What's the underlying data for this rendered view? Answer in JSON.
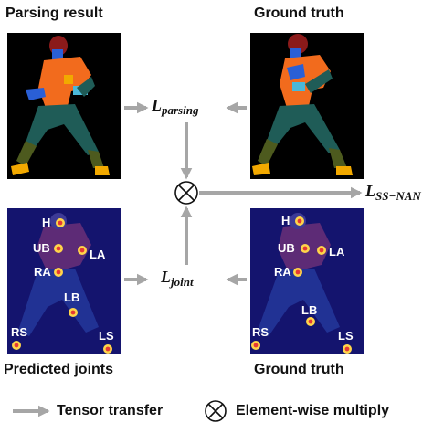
{
  "panels": {
    "top_left_title": "Parsing result",
    "top_right_title": "Ground truth",
    "bottom_left_title": "Predicted joints",
    "bottom_right_title": "Ground truth"
  },
  "losses": {
    "parsing": {
      "symbol": "L",
      "subscript": "parsing"
    },
    "joint": {
      "symbol": "L",
      "subscript": "joint"
    },
    "ssnan": {
      "symbol": "L",
      "subscript": "SS−NAN"
    }
  },
  "joints": [
    "H",
    "UB",
    "LA",
    "RA",
    "LB",
    "RS",
    "LS"
  ],
  "legend": {
    "tensor_transfer": "Tensor transfer",
    "element_wise_multiply": "Element-wise multiply"
  },
  "colors": {
    "arrow": "#a6a6a6",
    "parse_background": "#000000",
    "joint_background": "#14146e",
    "head": "#8b1a1a",
    "upper_body": "#f26b1d",
    "arm_blue": "#2a5fd6",
    "pants": "#1f5c57",
    "shoes": "#f2a900",
    "legs_lower": "#4d5a1e"
  }
}
